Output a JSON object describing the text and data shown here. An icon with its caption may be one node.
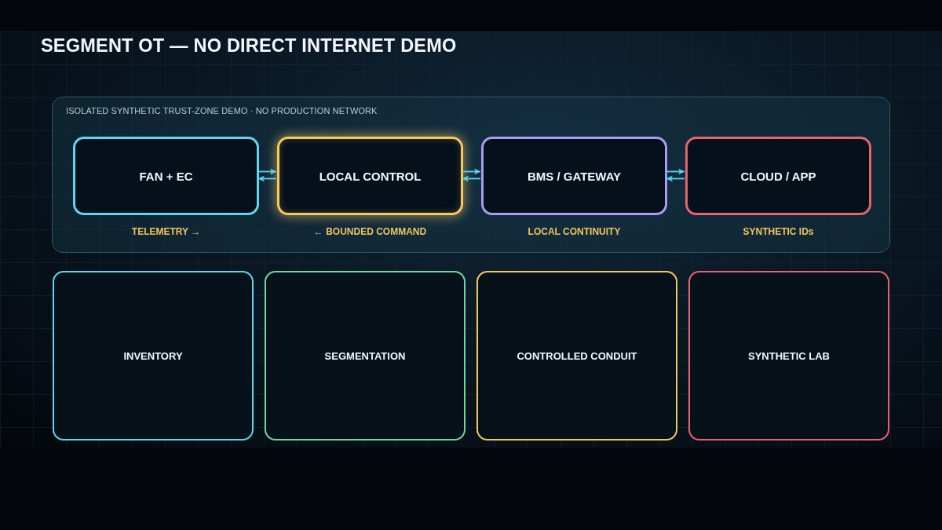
{
  "diagram": {
    "title": "SEGMENT OT — NO DIRECT INTERNET DEMO",
    "nodes": [
      {
        "text": [
          "ISOLATED SYNTHETIC TRUST-ZONE DEMO · NO PRODUCTION NETWORK"
        ]
      },
      {
        "text": [
          "FAN + EC"
        ],
        "in": 0,
        "beside": [
          "TELEMETRY →"
        ]
      },
      {
        "text": [
          "LOCAL CONTROL"
        ],
        "in": 0,
        "beside": [
          "← BOUNDED COMMAND"
        ]
      },
      {
        "text": [
          "BMS / GATEWAY"
        ],
        "in": 0,
        "beside": [
          "LOCAL CONTINUITY"
        ]
      },
      {
        "text": [
          "CLOUD / APP"
        ],
        "in": 0,
        "beside": [
          "SYNTHETIC IDs"
        ]
      },
      {
        "text": [
          "INVENTORY"
        ]
      },
      {
        "text": [
          "SEGMENTATION"
        ]
      },
      {
        "text": [
          "CONTROLLED CONDUIT"
        ]
      },
      {
        "text": [
          "SYNTHETIC LAB"
        ]
      }
    ],
    "edges": [
      {
        "from": 1,
        "to": 2,
        "arrow": "to"
      },
      {
        "from": 2,
        "to": 1,
        "arrow": "to"
      },
      {
        "from": 2,
        "to": 3,
        "arrow": "to"
      },
      {
        "from": 3,
        "to": 2,
        "arrow": "to"
      },
      {
        "from": 3,
        "to": 4,
        "arrow": "to"
      },
      {
        "from": 4,
        "to": 3,
        "arrow": "to"
      }
    ]
  }
}
